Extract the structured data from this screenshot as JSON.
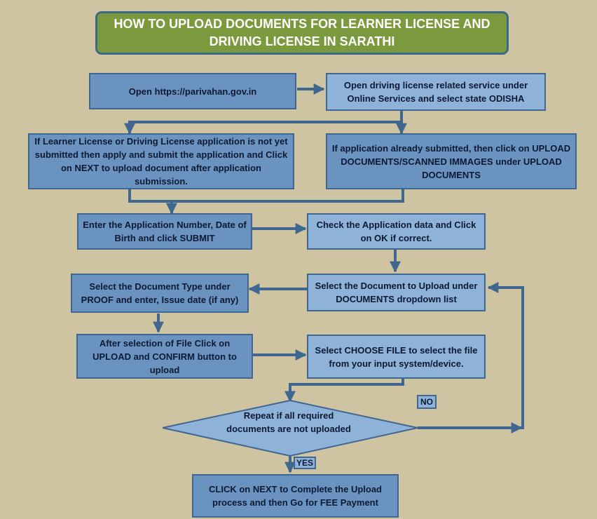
{
  "title": "HOW TO UPLOAD DOCUMENTS FOR LEARNER LICENSE AND DRIVING LICENSE IN SARATHI",
  "steps": {
    "open_site": "Open https://parivahan.gov.in",
    "open_service": "Open driving license related service under Online Services and select state ODISHA",
    "not_submitted": "If Learner License or Driving License application is not yet submitted then apply and submit the application and Click on NEXT to upload document after application submission.",
    "already_submitted": "If application already submitted, then click on UPLOAD DOCUMENTS/SCANNED IMMAGES under UPLOAD DOCUMENTS",
    "enter_app_number": "Enter the Application Number, Date of Birth and click SUBMIT",
    "check_data": "Check the Application data and Click on OK if correct.",
    "select_document": "Select  the Document to Upload under DOCUMENTS dropdown list",
    "select_doc_type": "Select  the Document Type under PROOF and enter, Issue date (if any)",
    "choose_file": "Select CHOOSE FILE to select the file from your input system/device.",
    "upload_confirm": "After selection of File Click on UPLOAD and CONFIRM button to upload",
    "decision": "Repeat if all required documents are not uploaded",
    "final": "CLICK on NEXT to Complete the Upload process and then Go for FEE Payment"
  },
  "labels": {
    "no": "NO",
    "yes": "YES"
  },
  "colors": {
    "background": "#cfc4a1",
    "title_fill": "#7a9a3d",
    "box_dark": "#6a93bf",
    "box_light": "#8fb2d9",
    "border": "#3f6790",
    "arrow": "#3f6790"
  }
}
